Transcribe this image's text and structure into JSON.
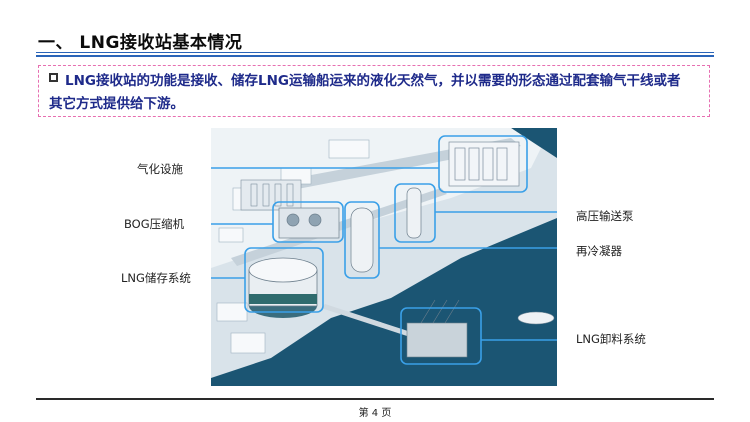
{
  "slide": {
    "title": "一、  LNG接收站基本情况",
    "callout_line1": "LNG接收站的功能是接收、储存LNG运输船运来的液化天然气，并以需要的形态通过配套输气干线或者",
    "callout_line2": "其它方式提供给下游。",
    "labels": {
      "vaporizer": "气化设施",
      "bog": "BOG压缩机",
      "storage": "LNG储存系统",
      "hp_pump": "高压输送泵",
      "recondenser": "再冷凝器",
      "unloading": "LNG卸料系统"
    },
    "page": "第 4 页"
  },
  "colors": {
    "accent_blue": "#2a64b8",
    "callout_border": "#e76fb1",
    "callout_text": "#1e2a8a",
    "highlight_box": "#3aa0e8"
  },
  "icons": [
    "checkbox-bullet-icon"
  ]
}
